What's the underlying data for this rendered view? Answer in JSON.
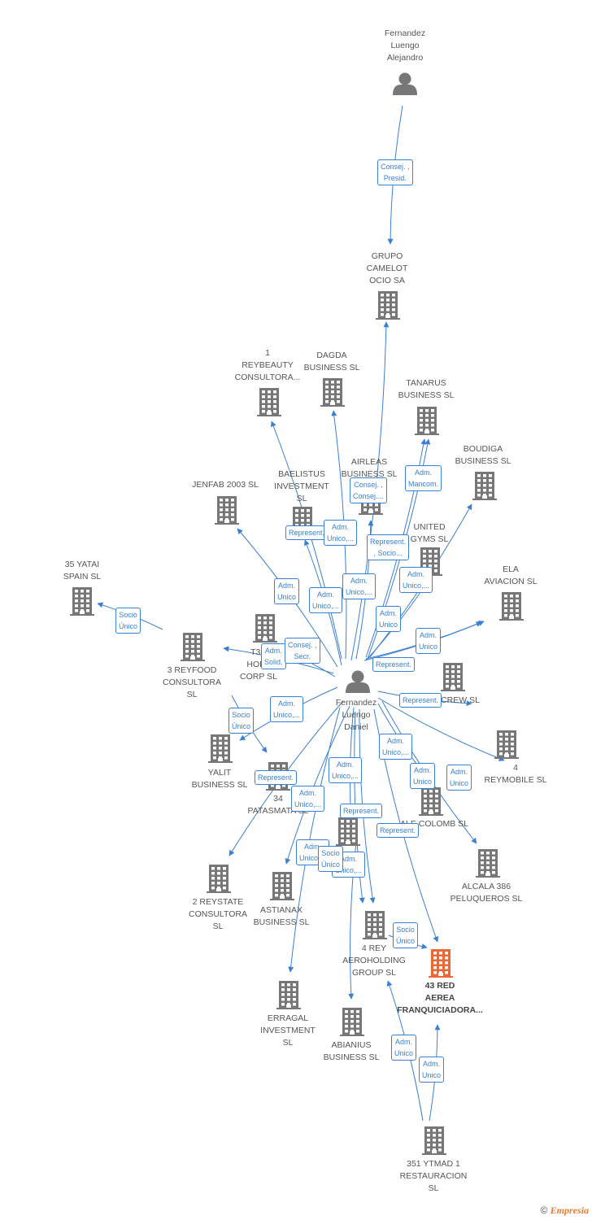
{
  "colors": {
    "edge": "#3a7fd4",
    "icon": "#777777",
    "highlight": "#ee6633",
    "text": "#555555"
  },
  "nodes": [
    {
      "id": "fla",
      "type": "person",
      "label": [
        "Fernandez",
        "Luengo",
        "Alejandro"
      ]
    },
    {
      "id": "fld",
      "type": "person",
      "label": [
        "Fernandez",
        "Luengo",
        "Daniel"
      ]
    },
    {
      "id": "camelot",
      "type": "company",
      "label": [
        "GRUPO",
        "CAMELOT",
        "OCIO SA"
      ]
    },
    {
      "id": "reybeauty",
      "type": "company",
      "label": [
        "1",
        "REYBEAUTY",
        "CONSULTORA..."
      ]
    },
    {
      "id": "dagda",
      "type": "company",
      "label": [
        "DAGDA",
        "BUSINESS SL"
      ]
    },
    {
      "id": "tanarus",
      "type": "company",
      "label": [
        "TANARUS",
        "BUSINESS SL"
      ]
    },
    {
      "id": "boudiga",
      "type": "company",
      "label": [
        "BOUDIGA",
        "BUSINESS SL"
      ]
    },
    {
      "id": "jenfab",
      "type": "company",
      "label": [
        "JENFAB 2003 SL"
      ]
    },
    {
      "id": "baelistus",
      "type": "company",
      "label": [
        "BAELISTUS",
        "INVESTMENT",
        "SL"
      ]
    },
    {
      "id": "airleas",
      "type": "company",
      "label": [
        "AIRLEAS",
        "BUSINESS SL"
      ]
    },
    {
      "id": "unitedgyms",
      "type": "company",
      "label": [
        "UNITED",
        "GYMS SL"
      ]
    },
    {
      "id": "yatai",
      "type": "company",
      "label": [
        "35 YATAI",
        "SPAIN SL"
      ]
    },
    {
      "id": "ela",
      "type": "company",
      "label": [
        "ELA",
        "AVIACION SL"
      ]
    },
    {
      "id": "reyfood",
      "type": "company",
      "label": [
        "3 REYFOOD",
        "CONSULTORA",
        "SL"
      ]
    },
    {
      "id": "t3h",
      "type": "company",
      "label": [
        "T3H",
        "HOLD",
        "CORP SL"
      ]
    },
    {
      "id": "crew",
      "type": "company",
      "label": [
        "CREW SL"
      ]
    },
    {
      "id": "yalit",
      "type": "company",
      "label": [
        "YALIT",
        "BUSINESS SL"
      ]
    },
    {
      "id": "reymobile",
      "type": "company",
      "label": [
        "4",
        "REYMOBILE SL"
      ]
    },
    {
      "id": "patasmata",
      "type": "company",
      "label": [
        "34",
        "PATASMATA SL"
      ]
    },
    {
      "id": "colomb",
      "type": "company",
      "label": [
        "ALE COLOMB SL"
      ]
    },
    {
      "id": "alcala",
      "type": "company",
      "label": [
        "ALCALA 386",
        "PELUQUEROS SL"
      ]
    },
    {
      "id": "reystate",
      "type": "company",
      "label": [
        "2 REYSTATE",
        "CONSULTORA",
        "SL"
      ]
    },
    {
      "id": "astianax",
      "type": "company",
      "label": [
        "ASTIANAX",
        "BUSINESS SL"
      ]
    },
    {
      "id": "midco",
      "type": "company",
      "label": []
    },
    {
      "id": "aeroholding",
      "type": "company",
      "label": [
        "4 REY",
        "AEROHOLDING",
        "GROUP SL"
      ]
    },
    {
      "id": "redaerea",
      "type": "company",
      "highlight": true,
      "label": [
        "43 RED",
        "AEREA",
        "FRANQUICIADORA..."
      ]
    },
    {
      "id": "erragal",
      "type": "company",
      "label": [
        "ERRAGAL",
        "INVESTMENT",
        "SL"
      ]
    },
    {
      "id": "abianius",
      "type": "company",
      "label": [
        "ABIANIUS",
        "BUSINESS SL"
      ]
    },
    {
      "id": "ytmad",
      "type": "company",
      "label": [
        "351 YTMAD 1",
        "RESTAURACION",
        "SL"
      ]
    }
  ],
  "edges": [
    {
      "from": "fla",
      "to": "camelot",
      "label": [
        "Consej. ,",
        "Presid."
      ]
    },
    {
      "from": "fld",
      "to": "camelot",
      "label": [
        "Consej. ,",
        "Consej...."
      ]
    },
    {
      "from": "fld",
      "to": "reybeauty",
      "label": [
        "Represent."
      ]
    },
    {
      "from": "fld",
      "to": "dagda",
      "label": [
        "Adm.",
        "Unico,..."
      ]
    },
    {
      "from": "fld",
      "to": "tanarus",
      "label": [
        "Adm.",
        "Mancom."
      ]
    },
    {
      "from": "fld",
      "to": "tanarus",
      "label": [
        "Represent.",
        ", Socio..."
      ]
    },
    {
      "from": "fld",
      "to": "boudiga",
      "label": [
        "Adm.",
        "Unico,..."
      ]
    },
    {
      "from": "fld",
      "to": "jenfab",
      "label": [
        "Adm.",
        "Unico"
      ]
    },
    {
      "from": "fld",
      "to": "baelistus",
      "label": [
        "Adm.",
        "Unico,..."
      ]
    },
    {
      "from": "fld",
      "to": "airleas",
      "label": [
        "Adm.",
        "Unico,..."
      ]
    },
    {
      "from": "fld",
      "to": "unitedgyms",
      "label": [
        "Adm.",
        "Unico"
      ]
    },
    {
      "from": "fld",
      "to": "reyfood",
      "label": [
        "Adm.",
        "Solid."
      ]
    },
    {
      "from": "fld",
      "to": "t3h",
      "label": [
        "Consej. ,",
        "Secr."
      ]
    },
    {
      "from": "fld",
      "to": "ela",
      "label": [
        "Adm.",
        "Unico"
      ]
    },
    {
      "from": "fld",
      "to": "ela",
      "label": [
        "Represent."
      ]
    },
    {
      "from": "fld",
      "to": "crew",
      "label": [
        "Represent."
      ]
    },
    {
      "from": "reyfood",
      "to": "yatai",
      "label": [
        "Socio",
        "Único"
      ]
    },
    {
      "from": "reyfood",
      "to": "patasmata",
      "label": [
        "Socio",
        "Único"
      ]
    },
    {
      "from": "fld",
      "to": "yalit",
      "label": [
        "Adm.",
        "Unico,..."
      ]
    },
    {
      "from": "fld",
      "to": "reymobile",
      "label": [
        "Adm.",
        "Unico,..."
      ]
    },
    {
      "from": "fld",
      "to": "colomb",
      "label": [
        "Adm.",
        "Unico"
      ]
    },
    {
      "from": "fld",
      "to": "alcala",
      "label": [
        "Adm.",
        "Unico"
      ]
    },
    {
      "from": "fld",
      "to": "reystate",
      "label": [
        "Represent."
      ]
    },
    {
      "from": "fld",
      "to": "astianax",
      "label": [
        "Adm.",
        "Unico,..."
      ]
    },
    {
      "from": "fld",
      "to": "midco",
      "label": [
        "Adm.",
        "Unico,..."
      ]
    },
    {
      "from": "fld",
      "to": "aeroholding",
      "label": [
        "Represent."
      ]
    },
    {
      "from": "fld",
      "to": "redaerea",
      "label": [
        "Represent."
      ]
    },
    {
      "from": "fld",
      "to": "erragal",
      "label": [
        "Adm.",
        "Unico,..."
      ]
    },
    {
      "from": "fld",
      "to": "aeroholding",
      "label": [
        "Adm.",
        "Unico,..."
      ]
    },
    {
      "from": "midco",
      "to": "abianius",
      "label": [
        "Socio",
        "Único"
      ]
    },
    {
      "from": "aeroholding",
      "to": "redaerea",
      "label": [
        "Socio",
        "Único"
      ]
    },
    {
      "from": "ytmad",
      "to": "aeroholding",
      "label": [
        "Adm.",
        "Unico"
      ]
    },
    {
      "from": "ytmad",
      "to": "redaerea",
      "label": [
        "Adm.",
        "Unico"
      ]
    }
  ],
  "footer": {
    "copyright": "©",
    "brand": "Empresia"
  }
}
